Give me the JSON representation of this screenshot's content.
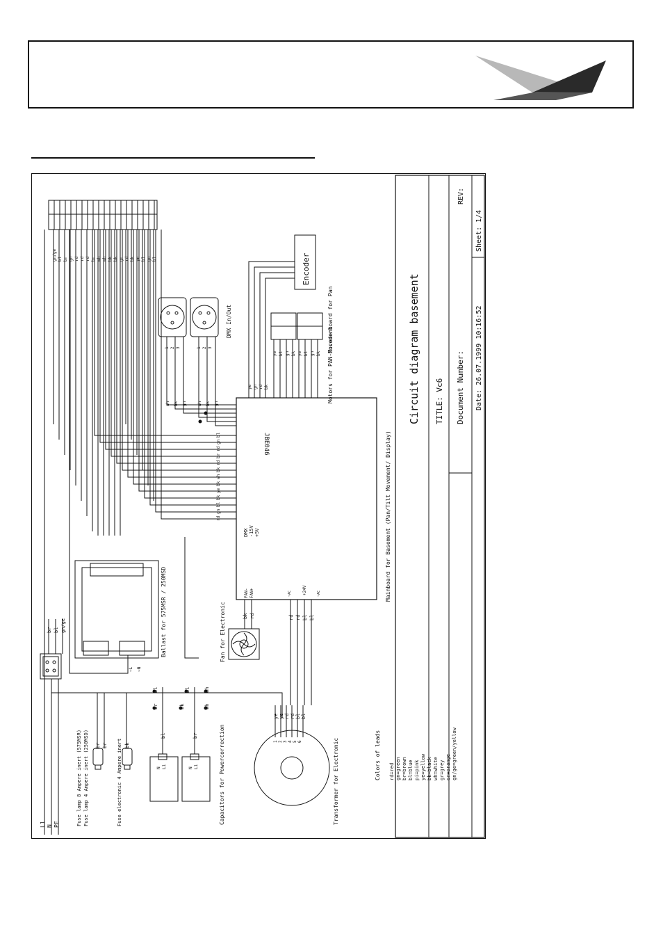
{
  "title_block": {
    "title": "Circuit diagram basement",
    "title_field": "TITLE: Vc6",
    "document_number": "Document Number:",
    "rev": "REV:",
    "date": "Date: 26.07.1999 10:16:52",
    "sheet": "Sheet: 1/4"
  },
  "mainboard": {
    "ref": "JBE046",
    "caption": "Mainboard for Basement (Pan/Tilt Movement/ Display)",
    "pins": {
      "dmx": "DMX",
      "gnd": "-15V",
      "vcc": "+5V",
      "fan_minus": "FAN-",
      "fan_plus": "FAN+",
      "v24": "+24V",
      "ac1": "~AC",
      "ac2": "~AC"
    }
  },
  "encoder": {
    "label": "Encoder",
    "caption": "Encoderboard for Pan"
  },
  "motors": {
    "caption": "Motors for PAN-Movement"
  },
  "dmx": {
    "caption": "DMX In/Out",
    "pins": [
      "1",
      "2",
      "3"
    ]
  },
  "ballast": {
    "caption": "Ballast for 575MSR / 250MSD",
    "terminals": [
      "~L",
      "~N"
    ]
  },
  "fan": {
    "caption": "Fan for Electronic"
  },
  "fuses": {
    "lamp_line1": "Fuse lamp 8 Ampere inert (575MSR)",
    "lamp_line2": "Fuse lamp 4 Ampere inert (250MSD)",
    "electronic": "Fuse electronic 4 Ampere inert"
  },
  "capacitors": {
    "caption": "Capacitors for Powercorrection",
    "pins": [
      "N",
      "L1"
    ]
  },
  "transformer": {
    "caption": "Transformer for Electronic",
    "pins": [
      "1",
      "2",
      "3",
      "4",
      "5",
      "6"
    ]
  },
  "mains": {
    "l1": "L1",
    "n": "N",
    "pe": "PE"
  },
  "connector_pins": [
    "gn/ge",
    "bl",
    "br",
    "gn",
    "rd",
    "rd",
    "rd",
    "br",
    "wh",
    "wh",
    "bk",
    "bk",
    "gr",
    "rd",
    "bk",
    "ye",
    "bl",
    "gn",
    "bl"
  ],
  "mainboard_left_wires": [
    "bl",
    "gn",
    "rd",
    "br",
    "rd",
    "bk",
    "wh",
    "bk",
    "ye",
    "bk",
    "bl",
    "gn",
    "rd"
  ],
  "dmx_wires": [
    "wh",
    "bk",
    "gn",
    "wh",
    "bk",
    "gn"
  ],
  "encoder_wires": [
    "ye",
    "gn",
    "rd",
    "bk"
  ],
  "motor_wires": [
    "ye",
    "bl",
    "gn",
    "bk",
    "ye",
    "bl",
    "gn",
    "bk"
  ],
  "transformer_wires": [
    "ye",
    "ye",
    "rd",
    "rd",
    "bl",
    "bl"
  ],
  "power_wires": [
    "rd",
    "rd",
    "bl",
    "bl"
  ],
  "supply_wires": [
    "br",
    "bl",
    "gn/ge"
  ],
  "fan_wires": [
    "bk",
    "rd"
  ],
  "fuse_wires": [
    "br",
    "br",
    "bk"
  ],
  "cap_wires": [
    "bl",
    "br"
  ],
  "junction_labels": [
    "bl",
    "bl",
    "wh",
    "wh",
    "br",
    "bk"
  ],
  "colors_legend": {
    "title": "Colors of leads",
    "items": [
      "rd=red",
      "gn=green",
      "br=brown",
      "bl=blue",
      "pi=pink",
      "ye=yellow",
      "bk=black",
      "wh=white",
      "gr=grey",
      "or=orange",
      "gn/ge=green/yellow"
    ]
  }
}
